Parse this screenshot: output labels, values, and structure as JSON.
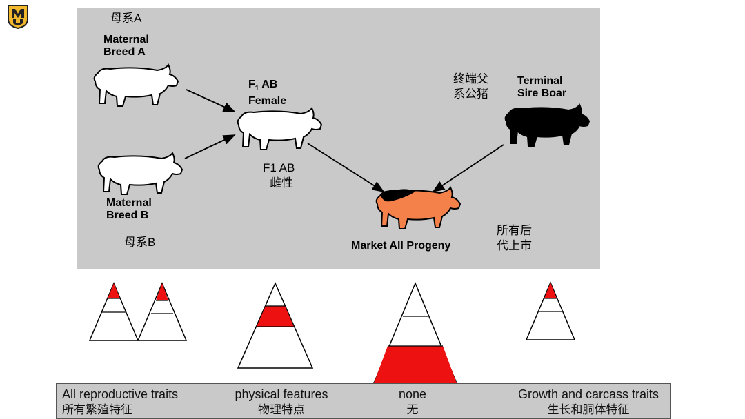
{
  "labels": {
    "maternal_a_en_1": "Maternal",
    "maternal_a_en_2": "Breed A",
    "maternal_a_zh": "母系A",
    "maternal_b_en_1": "Maternal",
    "maternal_b_en_2": "Breed B",
    "maternal_b_zh": "母系B",
    "f1_en_1_main": "F",
    "f1_en_1_sub": "1",
    "f1_en_1_rest": " AB",
    "f1_en_2": "Female",
    "f1_zh_1": "F1 AB",
    "f1_zh_2": "雌性",
    "terminal_en_1": "Terminal",
    "terminal_en_2": "Sire Boar",
    "terminal_zh_1": "终端父",
    "terminal_zh_2": "系公猪",
    "market_en": "Market All Progeny",
    "market_zh_1": "所有后",
    "market_zh_2": "代上市"
  },
  "colors": {
    "panel": "#c9c9c9",
    "highlight": "#ee1111",
    "progeny_pig": "#f4804a",
    "sire_pig": "#000000",
    "maternal_pig": "#ffffff"
  },
  "trait_pyramids": [
    {
      "name": "reproductive",
      "highlight_levels": [
        "top"
      ]
    },
    {
      "name": "physical",
      "highlight_levels": [
        "middle"
      ]
    },
    {
      "name": "none",
      "highlight_levels": [
        "bottom"
      ]
    },
    {
      "name": "growth-carcass",
      "highlight_levels": [
        "top"
      ]
    }
  ],
  "traits": [
    {
      "en": "All reproductive traits",
      "zh": "所有繁殖特征"
    },
    {
      "en": "physical features",
      "zh": "物理特点"
    },
    {
      "en": "none",
      "zh": "无"
    },
    {
      "en": "Growth and carcass traits",
      "zh": "生长和胴体特征"
    }
  ]
}
